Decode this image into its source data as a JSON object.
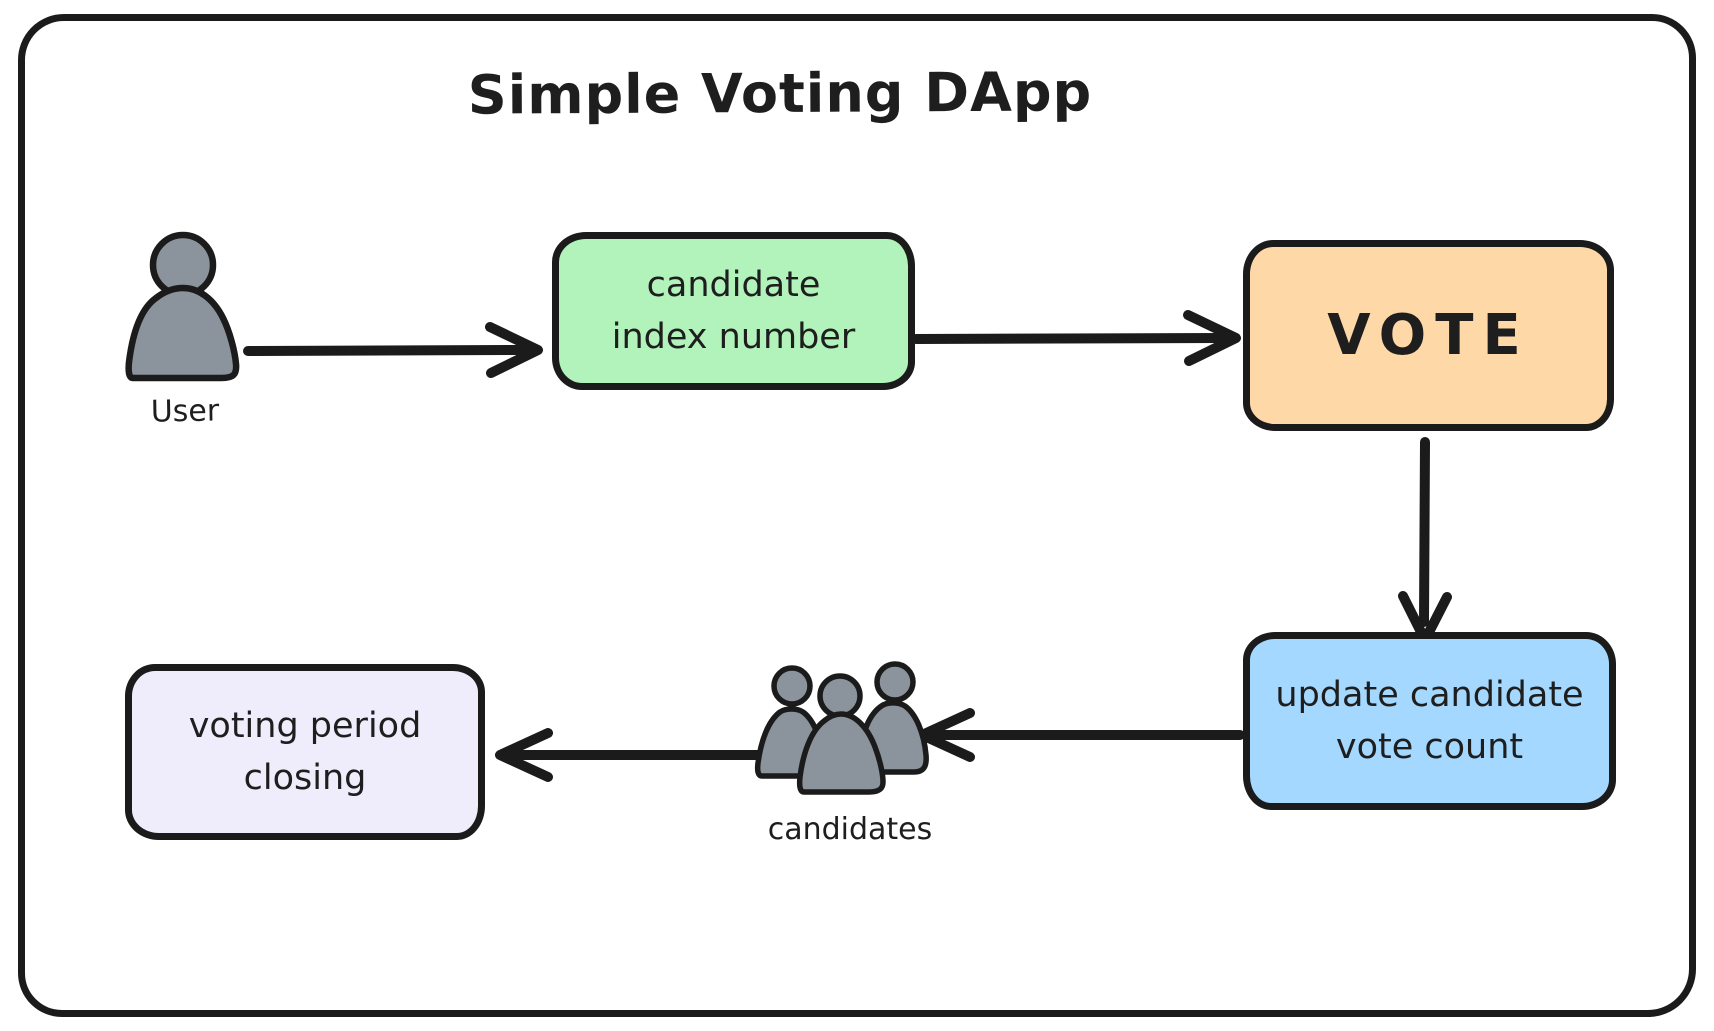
{
  "diagram": {
    "title": "Simple Voting DApp",
    "nodes": [
      {
        "id": "user",
        "kind": "actor",
        "label": "User"
      },
      {
        "id": "candidate-index",
        "kind": "process",
        "label": "candidate index number",
        "lines": [
          "candidate",
          "index number"
        ],
        "fill": "#b2f2bb"
      },
      {
        "id": "vote",
        "kind": "process",
        "label": "VOTE",
        "fill": "#ffd8a8"
      },
      {
        "id": "update-count",
        "kind": "process",
        "label": "update candidate vote count",
        "lines": [
          "update candidate",
          "vote count"
        ],
        "fill": "#a5d8ff"
      },
      {
        "id": "candidates",
        "kind": "actor-group",
        "label": "candidates"
      },
      {
        "id": "voting-period",
        "kind": "process",
        "label": "voting period closing",
        "lines": [
          "voting period",
          "closing"
        ],
        "fill": "#efecfc"
      }
    ],
    "edges": [
      {
        "from": "user",
        "to": "candidate-index",
        "direction": "right",
        "style": "arrow"
      },
      {
        "from": "candidate-index",
        "to": "vote",
        "direction": "right",
        "style": "arrow"
      },
      {
        "from": "vote",
        "to": "update-count",
        "direction": "down",
        "style": "arrow"
      },
      {
        "from": "update-count",
        "to": "candidates",
        "direction": "left",
        "style": "arrow"
      },
      {
        "from": "candidates",
        "to": "voting-period",
        "direction": "left",
        "style": "arrow"
      }
    ],
    "colors": {
      "stroke": "#1b1b1b",
      "actor_fill": "#8b939c",
      "green": "#b2f2bb",
      "orange": "#ffd8a8",
      "blue": "#a5d8ff",
      "violet": "#efecfc",
      "background": "#ffffff"
    }
  }
}
